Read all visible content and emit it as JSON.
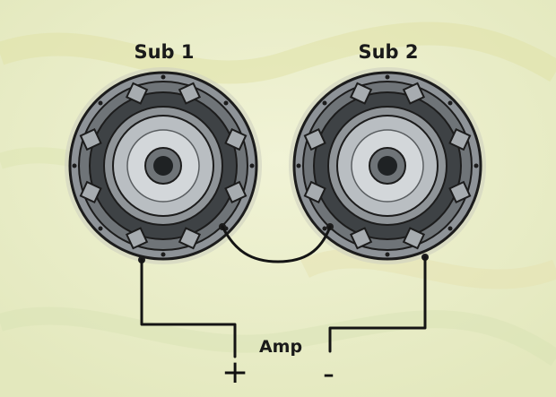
{
  "diagram": {
    "speakers": [
      {
        "id": "sub1",
        "label": "Sub 1"
      },
      {
        "id": "sub2",
        "label": "Sub 2"
      }
    ],
    "amplifier": {
      "label": "Amp",
      "positive_terminal": "+",
      "negative_terminal": "-"
    },
    "colors": {
      "background": "#ecefcb",
      "basket": "#6f7478",
      "rim": "#8e9398",
      "cone": "#b9bec2",
      "outline": "#1c1c1c",
      "wire": "#141414"
    }
  }
}
